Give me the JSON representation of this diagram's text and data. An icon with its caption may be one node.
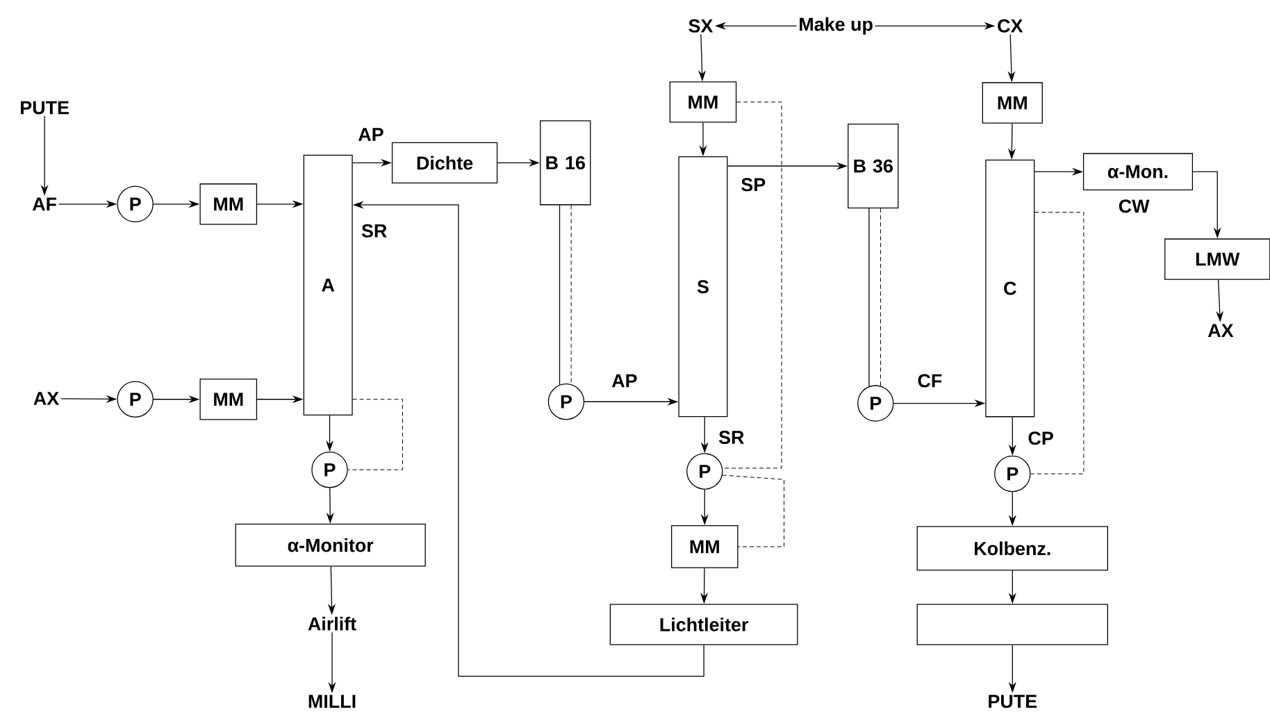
{
  "diagram": {
    "nodes": [
      {
        "text": [
          "PUTE"
        ]
      },
      {
        "text": [
          "AF"
        ]
      },
      {
        "text": [
          "P"
        ]
      },
      {
        "text": [
          "MM"
        ]
      },
      {
        "text": [
          "AX"
        ]
      },
      {
        "text": [
          "P"
        ]
      },
      {
        "text": [
          "MM"
        ]
      },
      {
        "text": [
          "A"
        ]
      },
      {
        "text": [
          "Dichte"
        ]
      },
      {
        "text": [
          "B 16"
        ]
      },
      {
        "text": [
          "P"
        ]
      },
      {
        "text": [
          "S"
        ]
      },
      {
        "text": [
          "MM"
        ]
      },
      {
        "text": [
          "SX"
        ]
      },
      {
        "text": [
          "Make up"
        ]
      },
      {
        "text": [
          "CX"
        ]
      },
      {
        "text": [
          "B 36"
        ]
      },
      {
        "text": [
          "P"
        ]
      },
      {
        "text": [
          "C"
        ]
      },
      {
        "text": [
          "MM"
        ]
      },
      {
        "text": [
          "α-Mon."
        ],
        "beside": [
          "CW"
        ]
      },
      {
        "text": [
          "LMW"
        ]
      },
      {
        "text": [
          "AX"
        ]
      },
      {
        "text": [
          "P"
        ]
      },
      {
        "text": [
          "α-Monitor"
        ]
      },
      {
        "text": [
          "Airlift"
        ]
      },
      {
        "text": [
          "MILLI"
        ]
      },
      {
        "text": [
          "P"
        ]
      },
      {
        "text": [
          "MM"
        ]
      },
      {
        "text": [
          "Lichtleiter"
        ]
      },
      {
        "text": [
          "P"
        ]
      },
      {
        "text": [
          "Kolbenz."
        ]
      },
      {
        "text": [],
        "shape": "box"
      },
      {
        "text": [
          "PUTE"
        ]
      }
    ],
    "edges": [
      {
        "from": 0,
        "to": 1,
        "arrow": "to"
      },
      {
        "from": 1,
        "to": 2,
        "arrow": "to"
      },
      {
        "from": 2,
        "to": 3,
        "arrow": "to"
      },
      {
        "from": 3,
        "to": 7,
        "arrow": "to"
      },
      {
        "from": 4,
        "to": 5,
        "arrow": "to"
      },
      {
        "from": 5,
        "to": 6,
        "arrow": "to"
      },
      {
        "from": 6,
        "to": 7,
        "arrow": "to"
      },
      {
        "from": 7,
        "to": 8,
        "arrow": "to",
        "label": "AP"
      },
      {
        "from": 8,
        "to": 9,
        "arrow": "to"
      },
      {
        "from": 9,
        "to": 10,
        "arrow": "none"
      },
      {
        "from": 9,
        "to": 10,
        "arrow": "none",
        "style": "dashed"
      },
      {
        "from": 10,
        "to": 11,
        "arrow": "to",
        "label": "AP"
      },
      {
        "from": 13,
        "to": 12,
        "arrow": "to"
      },
      {
        "from": 12,
        "to": 11,
        "arrow": "to"
      },
      {
        "from": 14,
        "to": 13,
        "arrow": "to"
      },
      {
        "from": 14,
        "to": 15,
        "arrow": "to"
      },
      {
        "from": 15,
        "to": 19,
        "arrow": "to"
      },
      {
        "from": 19,
        "to": 18,
        "arrow": "to"
      },
      {
        "from": 11,
        "to": 16,
        "arrow": "to",
        "label": "SP"
      },
      {
        "from": 16,
        "to": 17,
        "arrow": "none"
      },
      {
        "from": 16,
        "to": 17,
        "arrow": "none",
        "style": "dashed"
      },
      {
        "from": 17,
        "to": 18,
        "arrow": "to",
        "label": "CF"
      },
      {
        "from": 18,
        "to": 20,
        "arrow": "to"
      },
      {
        "from": 20,
        "to": 21,
        "arrow": "to"
      },
      {
        "from": 21,
        "to": 22,
        "arrow": "to"
      },
      {
        "from": 7,
        "to": 23,
        "arrow": "to"
      },
      {
        "from": 7,
        "to": 23,
        "arrow": "none",
        "style": "dashed"
      },
      {
        "from": 23,
        "to": 24,
        "arrow": "to"
      },
      {
        "from": 24,
        "to": 25,
        "arrow": "to"
      },
      {
        "from": 25,
        "to": 26,
        "arrow": "to"
      },
      {
        "from": 11,
        "to": 27,
        "arrow": "to",
        "label": "SR"
      },
      {
        "from": 27,
        "to": 28,
        "arrow": "to"
      },
      {
        "from": 28,
        "to": 29,
        "arrow": "to"
      },
      {
        "from": 29,
        "to": 7,
        "arrow": "to",
        "label": "SR"
      },
      {
        "from": 12,
        "to": 27,
        "arrow": "none",
        "style": "dashed"
      },
      {
        "from": 27,
        "to": 28,
        "arrow": "none",
        "style": "dashed"
      },
      {
        "from": 18,
        "to": 30,
        "arrow": "to",
        "label": "CP"
      },
      {
        "from": 18,
        "to": 30,
        "arrow": "none",
        "style": "dashed"
      },
      {
        "from": 30,
        "to": 31,
        "arrow": "to"
      },
      {
        "from": 31,
        "to": 32,
        "arrow": "to"
      },
      {
        "from": 32,
        "to": 33,
        "arrow": "to"
      }
    ]
  }
}
